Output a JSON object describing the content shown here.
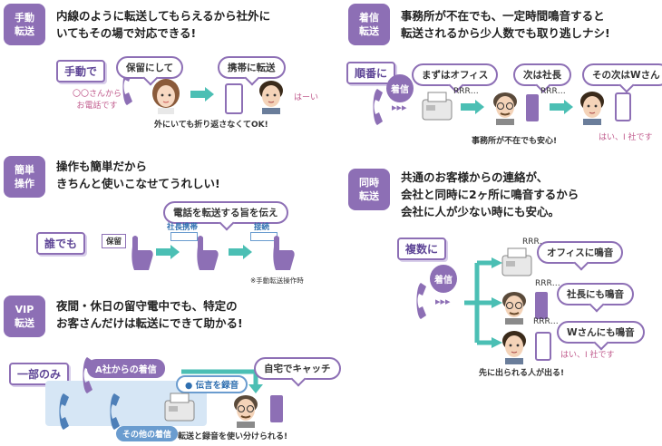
{
  "sections": {
    "transfer": {
      "badge": [
        "手動",
        "転送"
      ],
      "desc": [
        "内線のように転送してもらえるから社外に",
        "いてもその場で対応できる!"
      ],
      "tag": "手動で",
      "caller_note": [
        "〇〇さんから",
        "お電話です"
      ],
      "bubble_hold": "保留にして",
      "bubble_mobile": "携帯に転送",
      "reply": "はーい",
      "caption": "外にいても折り返さなくてOK!"
    },
    "simple": {
      "badge": [
        "簡単",
        "操作"
      ],
      "desc": [
        "操作も簡単だから",
        "きちんと使いこなせてうれしい!"
      ],
      "tag": "誰でも",
      "bubble": "電話を転送する旨を伝え",
      "step1": "保留",
      "step2": "社長携帯",
      "step3": "接続",
      "note": "※手動転送操作時"
    },
    "vip": {
      "badge": [
        "VIP",
        "転送"
      ],
      "desc": [
        "夜間・休日の留守電中でも、特定の",
        "お客さんだけは転送にできて助かる!"
      ],
      "tag": "一部のみ",
      "pill_a": "A社からの着信",
      "pill_rec": "● 伝言を録音",
      "pill_other": "その他の着信",
      "bubble_home": "自宅でキャッチ",
      "caption": "転送と録音を使い分けられる!"
    },
    "sequential": {
      "badge": [
        "着信",
        "転送"
      ],
      "desc": [
        "事務所が不在でも、一定時間鳴音すると",
        "転送されるから少人数でも取り逃しナシ!"
      ],
      "tag": "順番に",
      "incoming": "着信",
      "bubble_office": "まずはオフィス",
      "bubble_boss": "次は社長",
      "bubble_w": "その次はWさん",
      "ring1": "RRR…",
      "ring2": "RRR…",
      "caption": "事務所が不在でも安心!",
      "reply": "はい、I 社です"
    },
    "simultaneous": {
      "badge": [
        "同時",
        "転送"
      ],
      "desc": [
        "共通のお客様からの連絡が、",
        "会社と同時に2ヶ所に鳴音するから",
        "会社に人が少ない時にも安心。"
      ],
      "tag": "複数に",
      "incoming": "着信",
      "ring1": "RRR…",
      "ring2": "RRR…",
      "ring3": "RRR…",
      "bubble_office": "オフィスに鳴音",
      "bubble_boss": "社長にも鳴音",
      "bubble_w": "Wさんにも鳴音",
      "reply": "はい、I 社です",
      "caption": "先に出られる人が出る!"
    }
  },
  "colors": {
    "accent": "#8d6fb5",
    "teal": "#4bbfb4",
    "blue": "#6a9ccf",
    "pink": "#c05a8c"
  }
}
